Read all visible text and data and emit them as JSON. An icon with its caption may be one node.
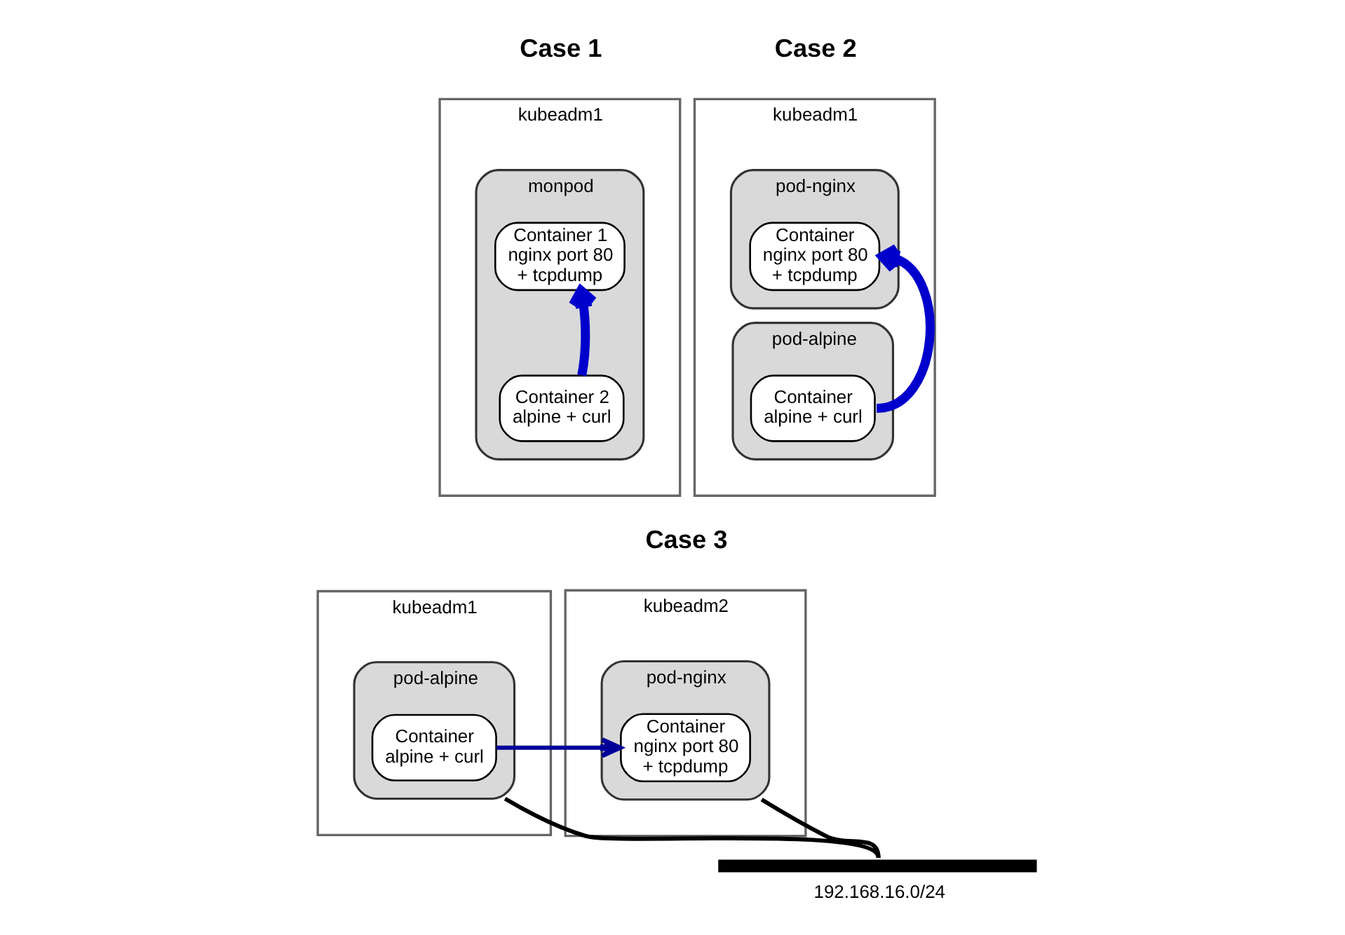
{
  "diagram": {
    "nodes": [
      {
        "text": [
          "kubeadm1"
        ]
      },
      {
        "text": [
          "monpod"
        ],
        "in": 0
      },
      {
        "text": [
          "Container 1 nginx port 80 + tcpdump"
        ],
        "in": 1
      },
      {
        "text": [
          "Container 2 alpine + curl"
        ],
        "in": 1
      },
      {
        "text": [
          "kubeadm1"
        ]
      },
      {
        "text": [
          "pod-nginx"
        ],
        "in": 4
      },
      {
        "text": [
          "Container nginx port 80 + tcpdump"
        ],
        "in": 5
      },
      {
        "text": [
          "pod-alpine"
        ],
        "in": 4
      },
      {
        "text": [
          "Container alpine + curl"
        ],
        "in": 7
      },
      {
        "text": [
          "kubeadm1"
        ]
      },
      {
        "text": [
          "pod-alpine"
        ],
        "in": 9
      },
      {
        "text": [
          "Container alpine + curl"
        ],
        "in": 10
      },
      {
        "text": [
          "kubeadm2"
        ]
      },
      {
        "text": [
          "pod-nginx"
        ],
        "in": 12
      },
      {
        "text": [
          "Container nginx port 80 + tcpdump"
        ],
        "in": 13
      },
      {
        "text": [],
        "shape": "bar",
        "beside": [
          "192.168.16.0/24"
        ]
      }
    ],
    "edges": [
      {
        "from": 3,
        "to": 2,
        "arrow": "to",
        "style": "thick",
        "color": "#0000cc"
      },
      {
        "from": 8,
        "to": 6,
        "arrow": "to",
        "style": "thick",
        "color": "#0000cc"
      },
      {
        "from": 11,
        "to": 14,
        "arrow": "to",
        "color": "#000099"
      },
      {
        "from": 10,
        "to": 15,
        "arrow": "none",
        "color": "#000000"
      },
      {
        "from": 15,
        "to": 13,
        "arrow": "none",
        "color": "#000000"
      }
    ],
    "labels": [
      "Case 1",
      "Case 2",
      "Case 3"
    ]
  }
}
